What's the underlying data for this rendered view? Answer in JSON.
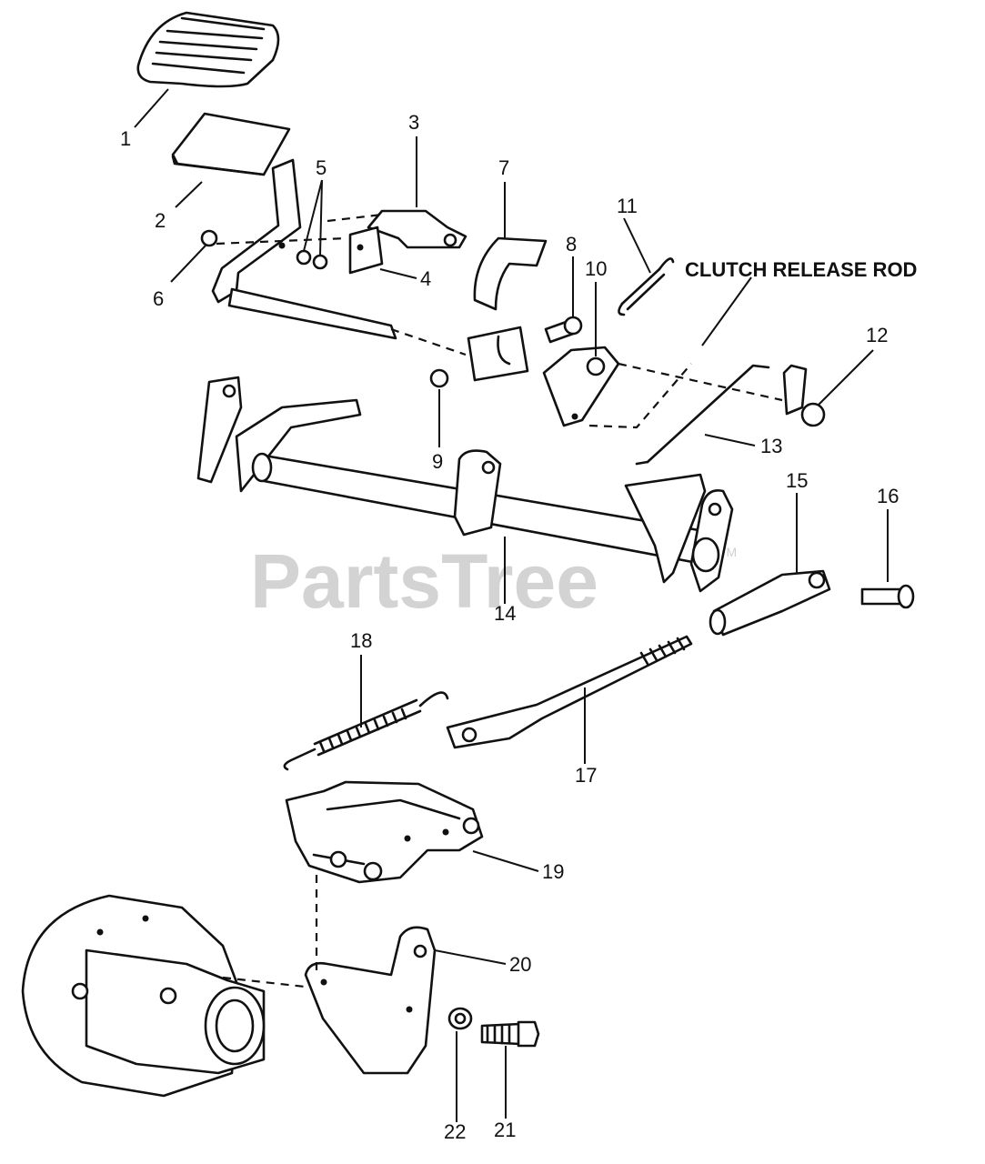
{
  "caption": "CLUTCH RELEASE ROD",
  "watermark": "PartsTree",
  "watermark_mark": "TM",
  "callouts": [
    "1",
    "2",
    "3",
    "4",
    "5",
    "6",
    "7",
    "8",
    "9",
    "10",
    "11",
    "12",
    "13",
    "14",
    "15",
    "16",
    "17",
    "18",
    "19",
    "20",
    "21",
    "22"
  ]
}
